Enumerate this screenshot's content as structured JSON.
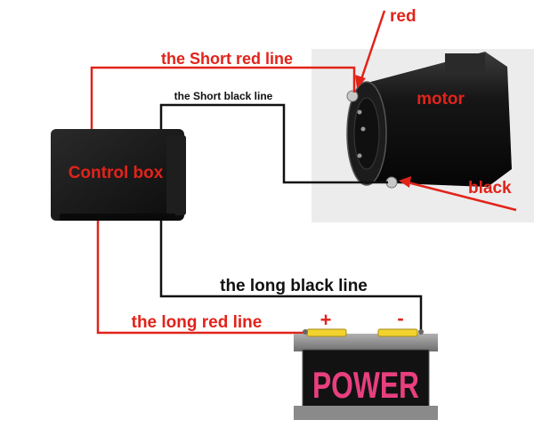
{
  "labels": {
    "short_red_line": "the Short red line",
    "short_black_line": "the Short black line",
    "long_black_line": "the  long black line",
    "long_red_line": "the  long red line",
    "control_box": "Control box",
    "motor": "motor",
    "red": "red",
    "black": "black",
    "plus": "+",
    "minus": "-",
    "power": "POWER"
  },
  "colors": {
    "red_wire": "#e2231a",
    "black_wire": "#111111",
    "battery_top": "#8a8a8a",
    "battery_body": "#121212",
    "power_text": "#e83f7e",
    "terminal": "#f2d22e",
    "control_box": "#161616"
  }
}
